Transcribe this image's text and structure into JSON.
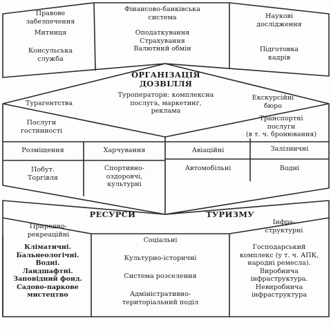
{
  "top": {
    "left": [
      "Правове\nзабезпечення",
      "Митниця",
      "Консульська\nслужба"
    ],
    "center": [
      "Фінансово-банківська\nсистема",
      "Оподаткування\nСтрахування\nВалютний обмін"
    ],
    "right": [
      "Наукові\nдослідження",
      "Підготовка\nкадрів"
    ]
  },
  "middle": {
    "title": "ОРГАНІЗАЦІЯ\nДОЗВІЛЛЯ",
    "touragencies": "Турагентства",
    "touroperators": "Туроператори: комплексна\nпослуга, маркетинг,\nреклама",
    "excursion": "Екскурсійні\nбюро",
    "hospitality": "Послуги\nгостинності",
    "transport": "Транспортні\nпослуги\n(в т. ч. бронювання)",
    "accommodation": "Розміщення",
    "food": "Харчування",
    "household": "Побут.\nТоргівля",
    "sport": "Спортивно-\nоздоровчі,\nкультурні",
    "air": "Авіаційні",
    "rail": "Залізничні",
    "road": "Автомобільні",
    "water": "Водні"
  },
  "bottom": {
    "resources": "РЕСУРСИ",
    "tourism": "ТУРИЗМУ",
    "natural": "Природно-\nрекреаційні",
    "natural_list": "Кліматичні.\nБальнеологічні.\nВодні.\nЛандшафтні.\nЗаповідний фонд.\nСадово-паркове\nмистецтво",
    "social": "Соціальні",
    "social_items": [
      "Культурно-історичні",
      "Система розселення",
      "Адміністративно-\nтериторіальний поділ"
    ],
    "infra": "Інфра-\nструктурні",
    "infra_list": "Господарський\nкомплекс (у т. ч. АПК,\nнародні ремесла).\nВиробнича\nінфраструктура.\nНевиробнича\nінфраструктура"
  }
}
